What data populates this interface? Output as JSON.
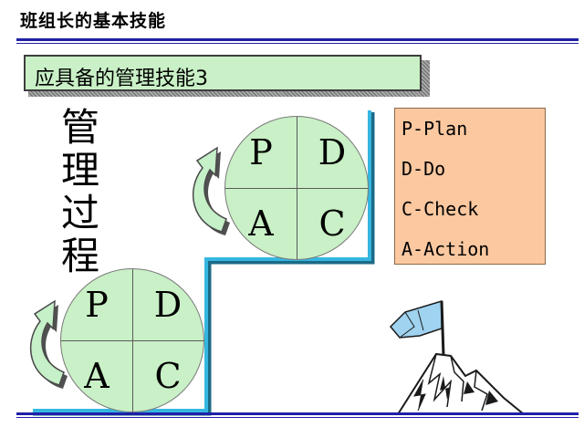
{
  "header": {
    "title": "班组长的基本技能"
  },
  "subtitle": {
    "text": "应具备的管理技能3"
  },
  "side_title": {
    "chars": [
      "管",
      "理",
      "过",
      "程"
    ]
  },
  "pdca_upper": {
    "p": "P",
    "d": "D",
    "a": "A",
    "c": "C"
  },
  "pdca_lower": {
    "p": "P",
    "d": "D",
    "a": "A",
    "c": "C"
  },
  "legend": {
    "items": [
      "P-Plan",
      "D-Do",
      "C-Check",
      "A-Action"
    ]
  },
  "colors": {
    "header_rule": "#1f1fa8",
    "stairs": "#35b6e0",
    "circle_fill": "#c9f0c6",
    "subtitle_fill": "#c9f0c6",
    "legend_fill": "#fbc8a0",
    "arrow_fill": "#c5f0c8",
    "flag_fill": "#9fd3f0"
  },
  "icons": [
    "cycle-arrow-icon",
    "mountain-flag-icon"
  ]
}
